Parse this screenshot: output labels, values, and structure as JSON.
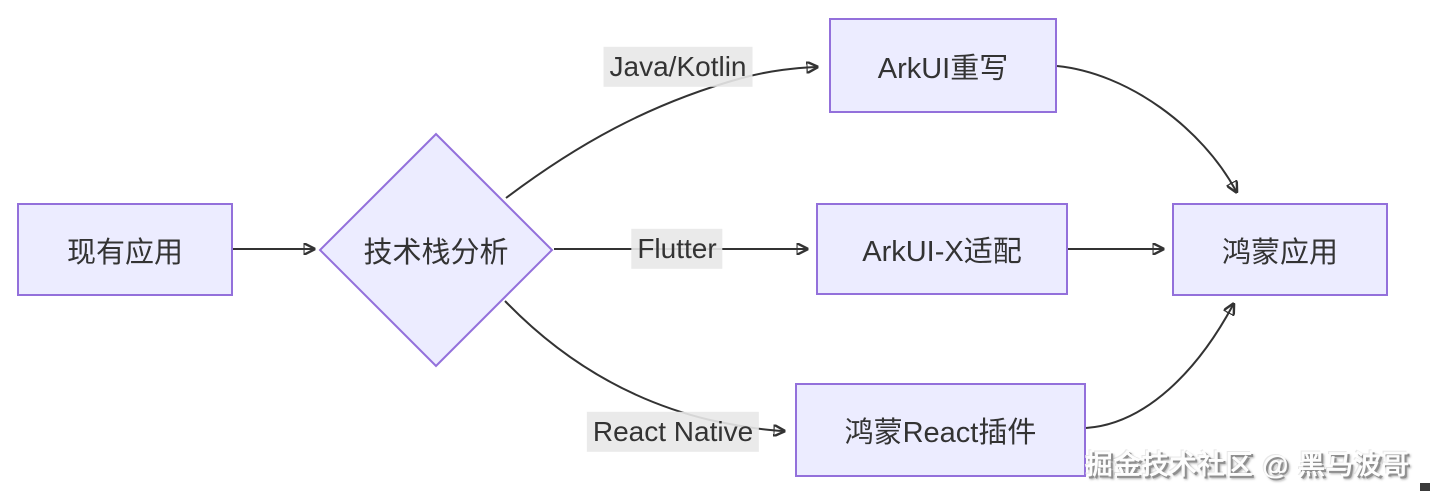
{
  "diagram": {
    "type": "flowchart-decision",
    "direction": "left-to-right"
  },
  "theme": {
    "background": "#ffffff",
    "node_fill": "#ECECFF",
    "node_border": "#9370DB",
    "edge_color": "#333333",
    "edge_label_bg": "#e8e8e8",
    "text_color": "#333333"
  },
  "nodes": [
    {
      "id": "existing-app",
      "label": "现有应用",
      "shape": "rect"
    },
    {
      "id": "tech-analysis",
      "label": "技术栈分析",
      "shape": "diamond"
    },
    {
      "id": "arkui-rewrite",
      "label": "ArkUI重写",
      "shape": "rect"
    },
    {
      "id": "arkui-x",
      "label": "ArkUI-X适配",
      "shape": "rect"
    },
    {
      "id": "react-plugin",
      "label": "鸿蒙React插件",
      "shape": "rect"
    },
    {
      "id": "harmony-app",
      "label": "鸿蒙应用",
      "shape": "rect"
    }
  ],
  "edges": [
    {
      "from": "existing-app",
      "to": "tech-analysis",
      "label": ""
    },
    {
      "from": "tech-analysis",
      "to": "arkui-rewrite",
      "label": "Java/Kotlin"
    },
    {
      "from": "tech-analysis",
      "to": "arkui-x",
      "label": "Flutter"
    },
    {
      "from": "tech-analysis",
      "to": "react-plugin",
      "label": "React Native"
    },
    {
      "from": "arkui-rewrite",
      "to": "harmony-app",
      "label": ""
    },
    {
      "from": "arkui-x",
      "to": "harmony-app",
      "label": ""
    },
    {
      "from": "react-plugin",
      "to": "harmony-app",
      "label": ""
    }
  ],
  "watermark": {
    "text": "掘金技术社区 @ 黑马波哥"
  }
}
